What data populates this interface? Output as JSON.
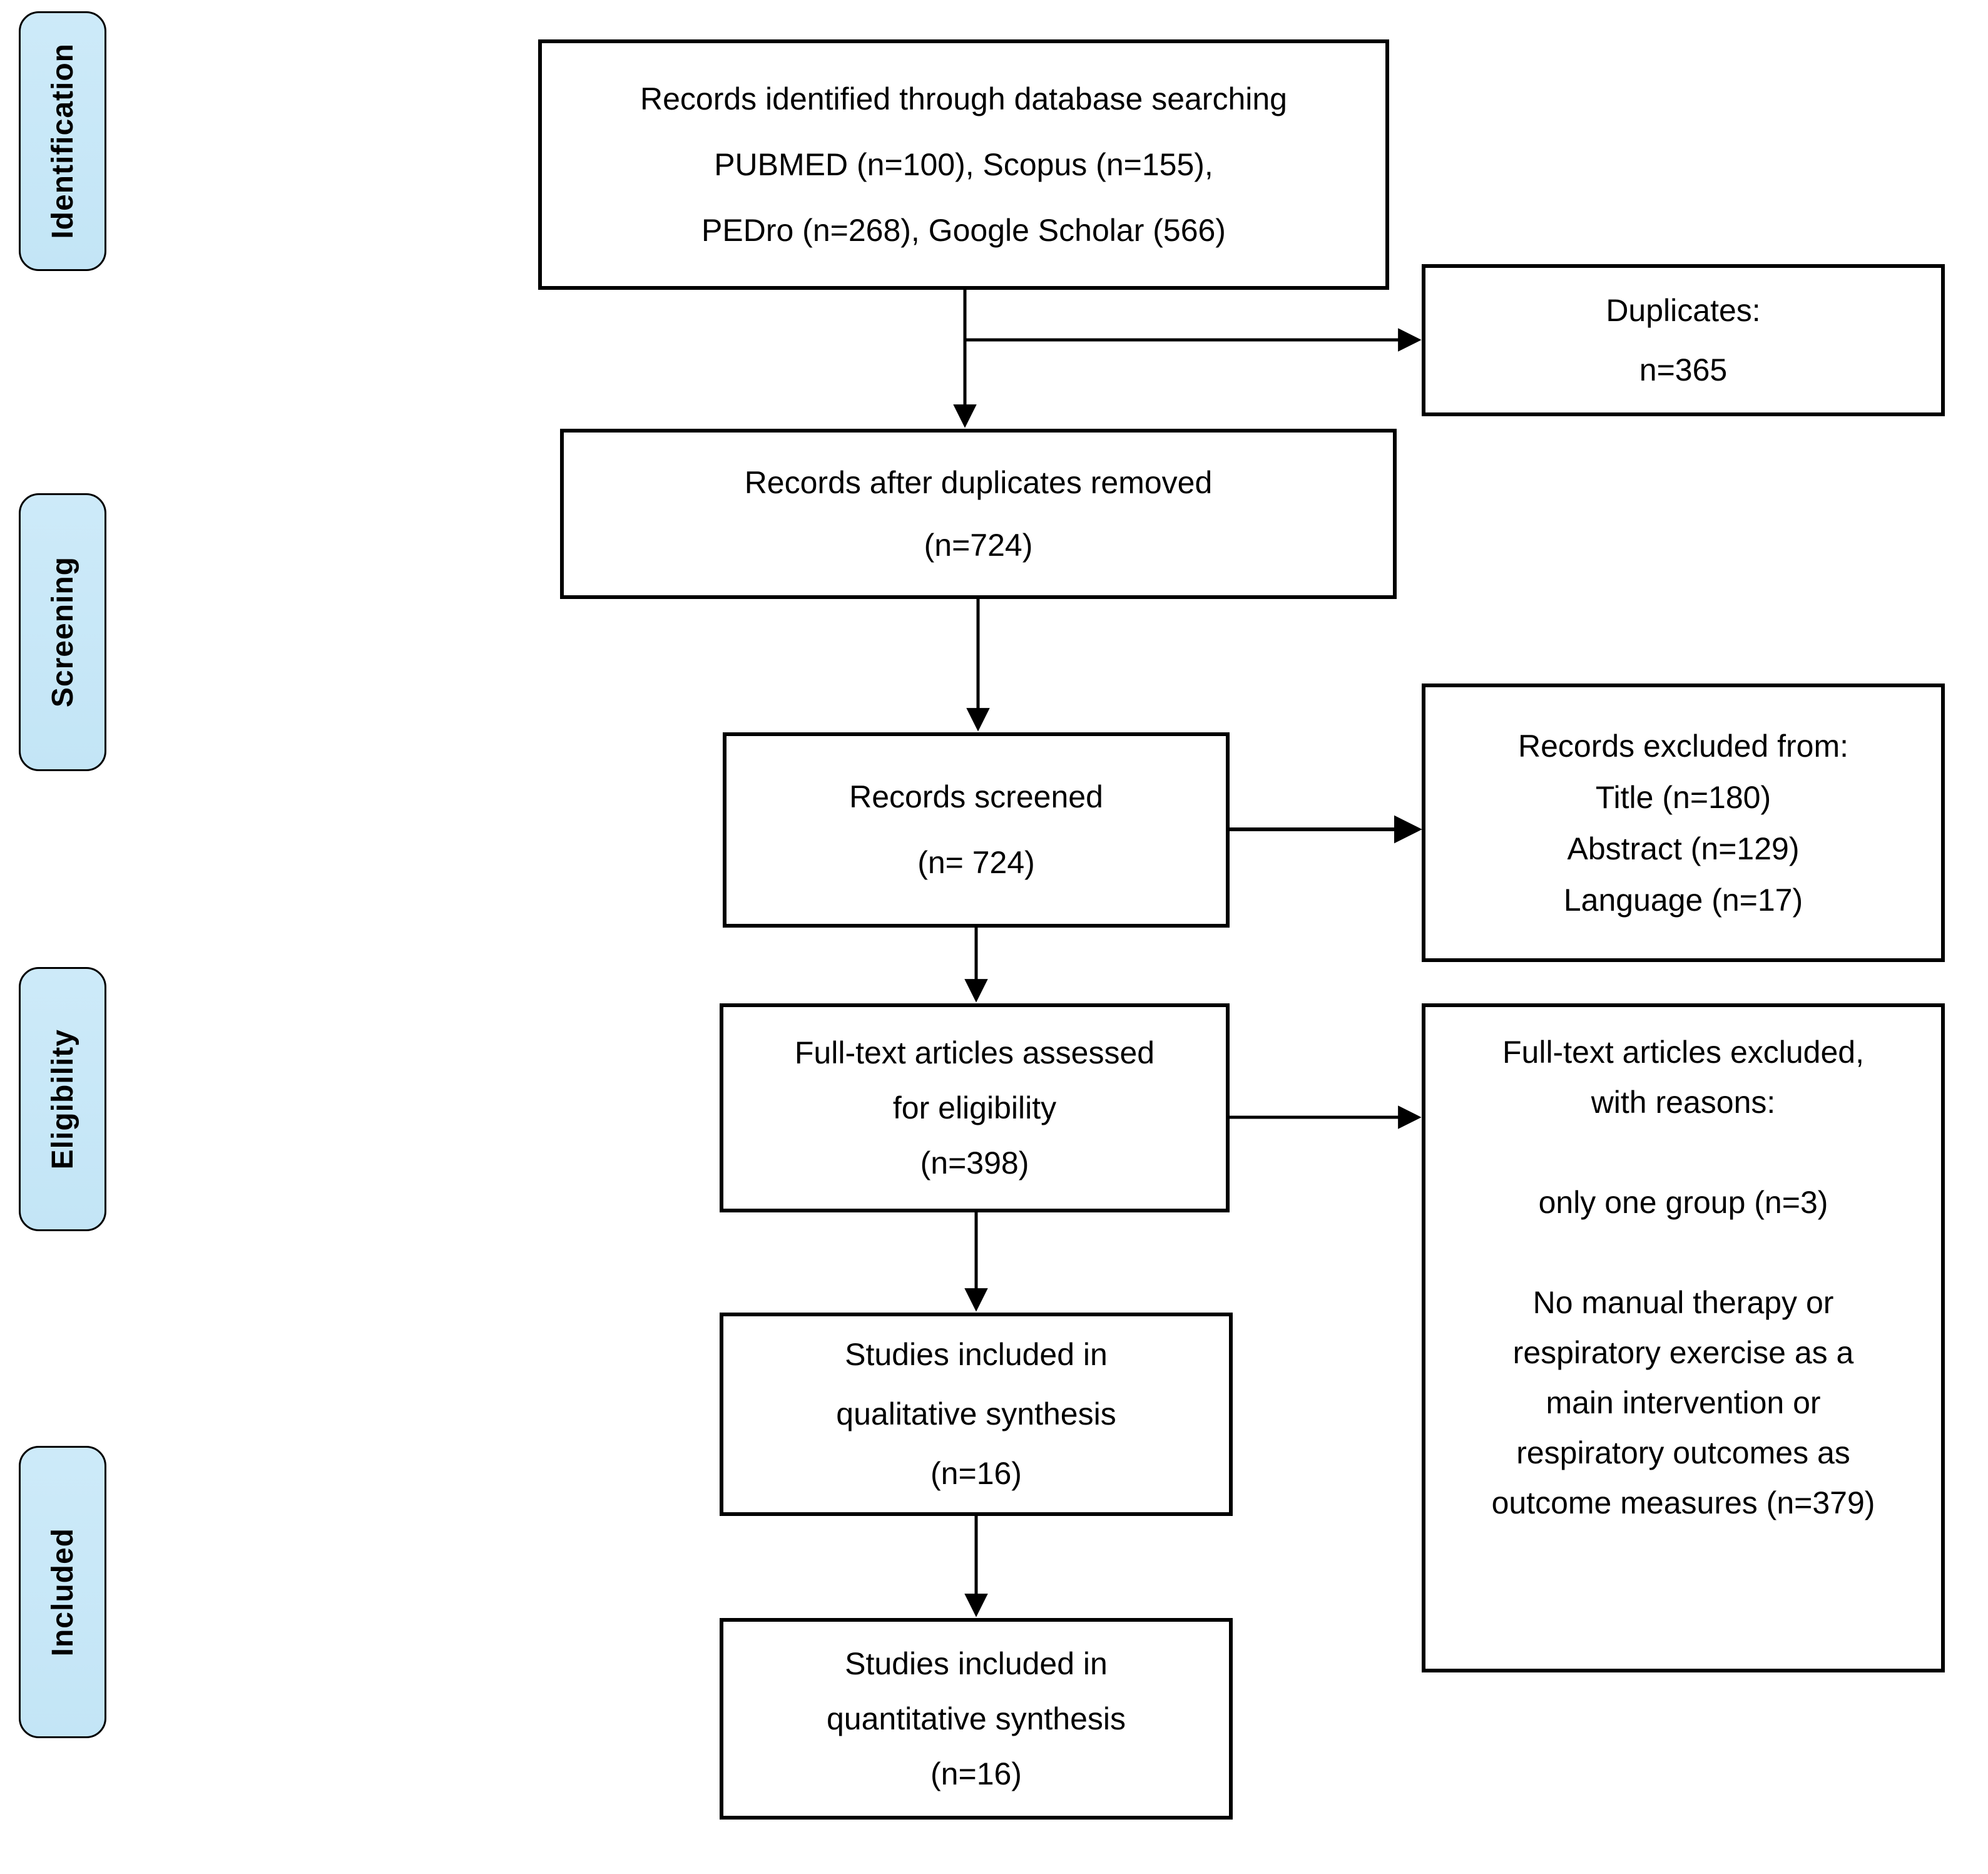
{
  "figure": {
    "kind": "PRISMA flow diagram"
  },
  "colors": {
    "stage_fill": "#c7e6f6",
    "box_border": "#000000",
    "background": "#ffffff",
    "text": "#000000"
  },
  "sidebar": {
    "stages": [
      {
        "label": "Identification"
      },
      {
        "label": "Screening"
      },
      {
        "label": "Eligibility"
      },
      {
        "label": "Included"
      }
    ]
  },
  "flow": {
    "identified": {
      "lines": [
        "Records identified through database searching",
        "PUBMED (n=100), Scopus (n=155),",
        "PEDro (n=268), Google Scholar (566)"
      ]
    },
    "duplicates": {
      "lines": [
        "Duplicates:",
        "n=365"
      ]
    },
    "after_duplicates": {
      "lines": [
        "Records after duplicates removed",
        "(n=724)"
      ]
    },
    "screened": {
      "lines": [
        "Records screened",
        "(n= 724)"
      ]
    },
    "excluded_screening": {
      "lines": [
        "Records excluded from:",
        "Title (n=180)",
        "Abstract (n=129)",
        "Language (n=17)"
      ]
    },
    "fulltext_assessed": {
      "lines": [
        "Full-text articles assessed",
        "for eligibility",
        "(n=398)"
      ]
    },
    "fulltext_excluded": {
      "lines": [
        "Full-text articles excluded,",
        "with reasons:",
        "",
        "only one group (n=3)",
        "",
        "No manual therapy or",
        "respiratory exercise as a",
        "main intervention or",
        "respiratory outcomes as",
        "outcome measures (n=379)"
      ]
    },
    "qualitative": {
      "lines": [
        "Studies included in",
        "qualitative synthesis",
        "(n=16)"
      ]
    },
    "quantitative": {
      "lines": [
        "Studies included in",
        "quantitative synthesis",
        "(n=16)"
      ]
    }
  }
}
